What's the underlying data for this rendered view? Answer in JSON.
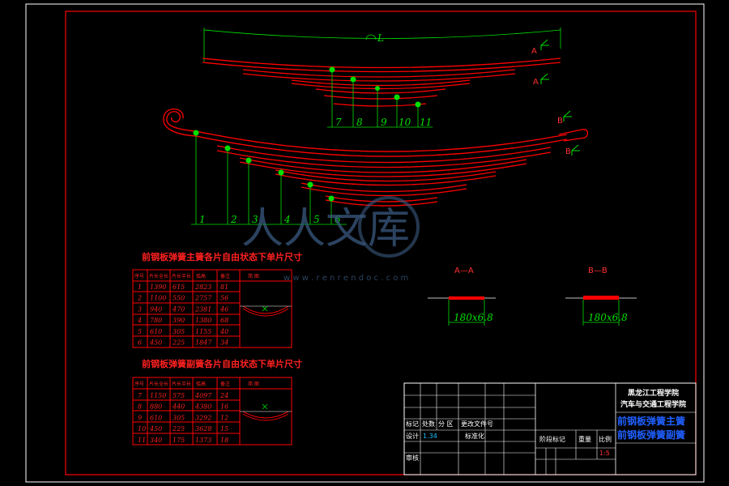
{
  "main_leaf_labels": [
    "1",
    "2",
    "3",
    "4",
    "5",
    "6"
  ],
  "aux_leaf_labels": [
    "7",
    "8",
    "9",
    "10",
    "11"
  ],
  "length_label": "L",
  "table1": {
    "title": "前钢板弹簧主簧各片自由状态下单片尺寸",
    "headers": [
      "序号",
      "片长全长",
      "片长半长",
      "弧高",
      "备注",
      "简    图"
    ],
    "rows": [
      [
        "1",
        "1390",
        "615",
        "2823",
        "81"
      ],
      [
        "2",
        "1100",
        "550",
        "2757",
        "56"
      ],
      [
        "3",
        "940",
        "470",
        "2381",
        "46"
      ],
      [
        "4",
        "780",
        "390",
        "1380",
        "68"
      ],
      [
        "5",
        "610",
        "305",
        "1155",
        "40"
      ],
      [
        "6",
        "450",
        "225",
        "1847",
        "34"
      ]
    ]
  },
  "table2": {
    "title": "前钢板弹簧副簧各片自由状态下单片尺寸",
    "headers": [
      "序号",
      "片长全长",
      "片长半长",
      "弧高",
      "备注",
      "简    图"
    ],
    "rows": [
      [
        "7",
        "1150",
        "575",
        "4097",
        "24"
      ],
      [
        "8",
        "880",
        "440",
        "4380",
        "16"
      ],
      [
        "9",
        "610",
        "305",
        "3292",
        "12"
      ],
      [
        "10",
        "450",
        "225",
        "3628",
        "15"
      ],
      [
        "11",
        "340",
        "175",
        "1373",
        "18"
      ]
    ]
  },
  "section_a": {
    "title": "A—A",
    "dim": "180x6.8"
  },
  "section_b": {
    "title": "B—B",
    "dim": "180x6.8"
  },
  "title_block": {
    "school": "黑龙江工程学院",
    "dept": "汽车与交通工程学院",
    "drawing_name_1": "前钢板弹簧主簧",
    "drawing_name_2": "前钢板弹簧副簧",
    "row_labels": [
      "标记",
      "处数",
      "分 区",
      "更改文件号"
    ],
    "design": "设计",
    "designer": "1.34",
    "standard": "标准化",
    "stage_mark": "阶段标记",
    "weight": "重量",
    "scale": "比例",
    "scale_value": "1:5",
    "review": "审核"
  },
  "watermark": {
    "big": "人人文库",
    "url": "w w w . r e n r e n d o c . c o m"
  },
  "colors": {
    "frame": "#ffffff",
    "part": "#ff0000",
    "leader": "#00e000",
    "title_blue": "#2060ff"
  }
}
